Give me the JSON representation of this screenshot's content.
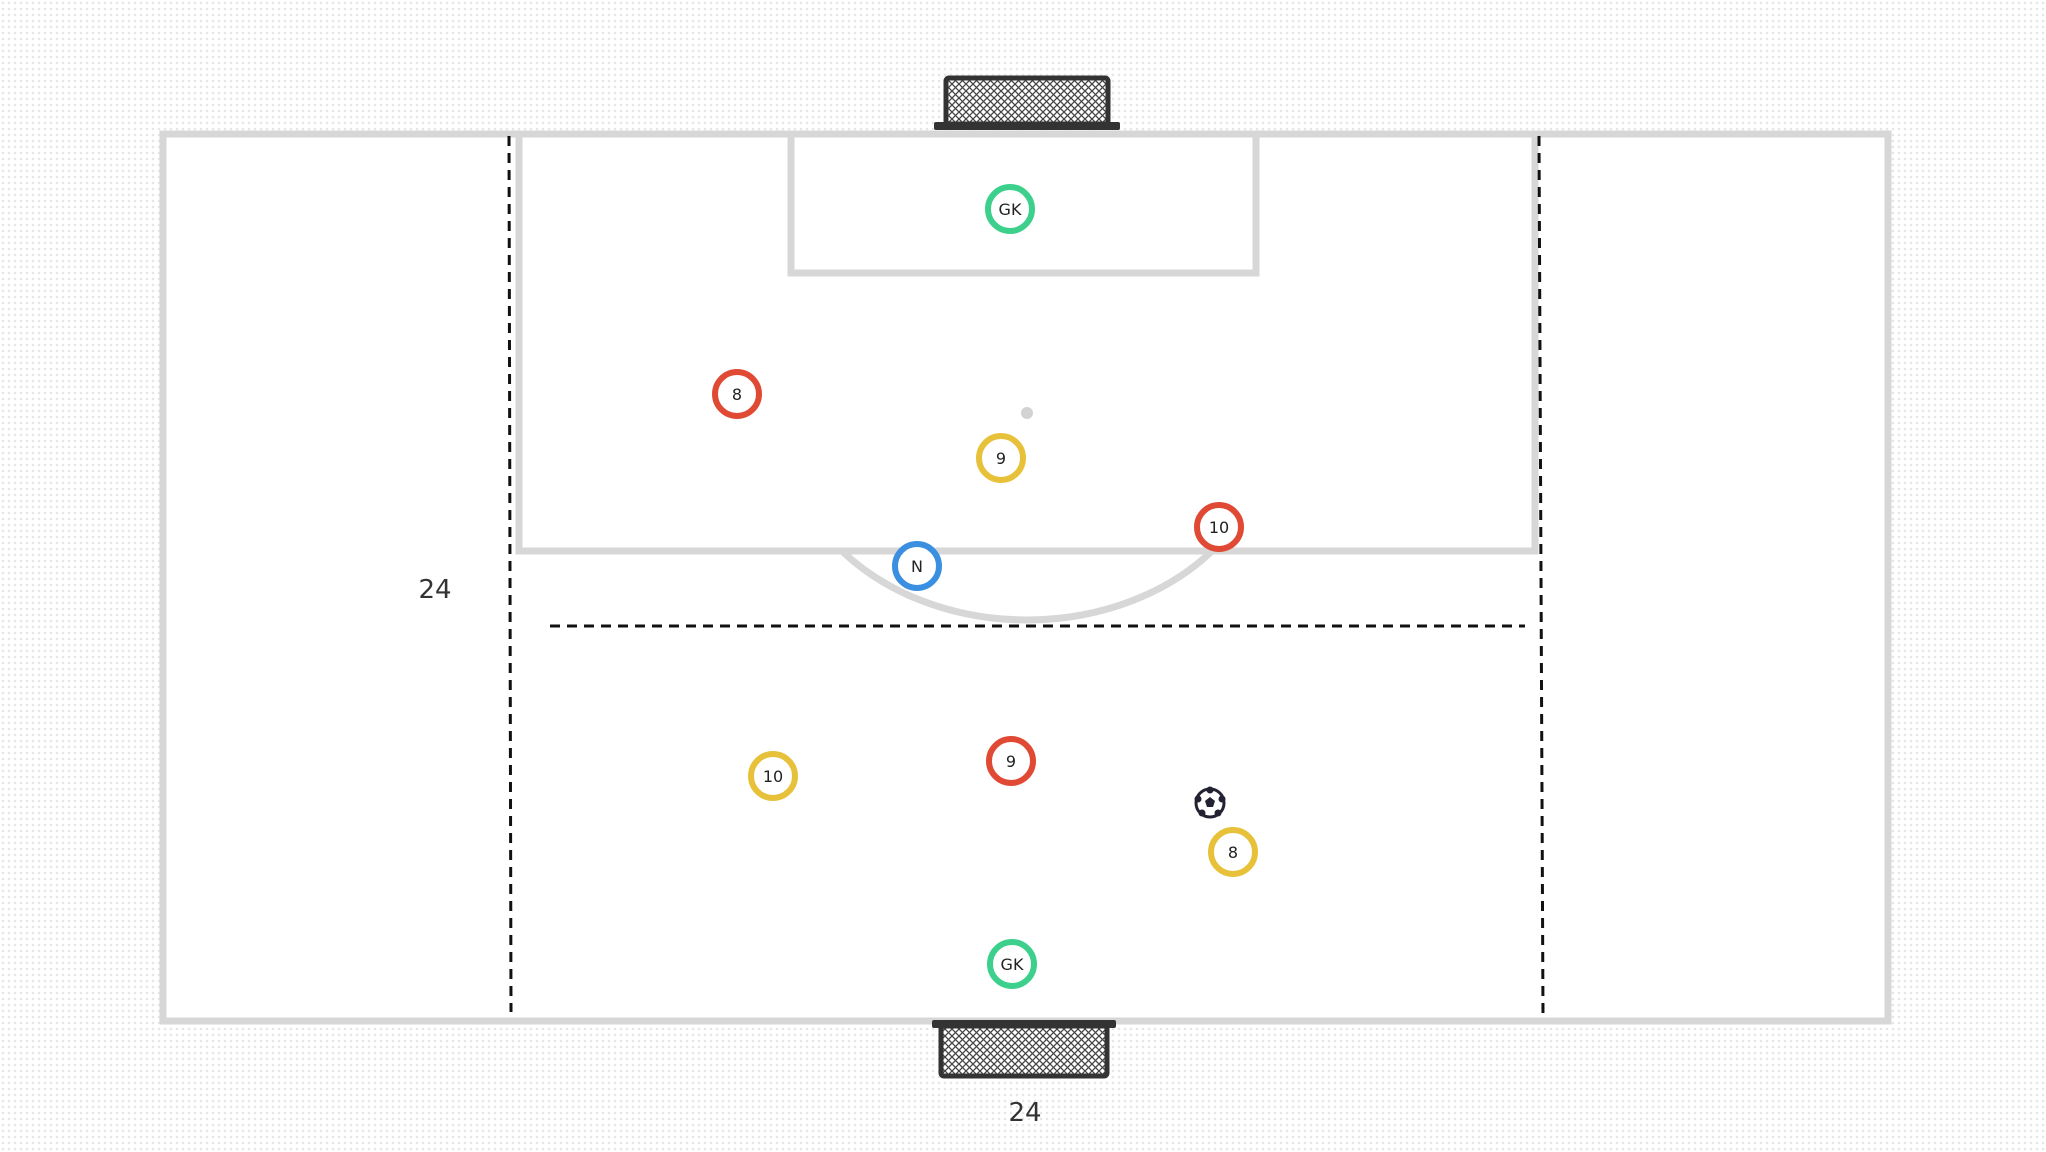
{
  "dimensions": {
    "side_label": "24",
    "bottom_label": "24"
  },
  "colors": {
    "pitch_line": "#d7d7d7",
    "pitch_fill": "#ffffff",
    "goal_frame": "#333333",
    "zone_line": "#111111",
    "red": "#e04a35",
    "yellow": "#e8c13a",
    "green": "#3cd08c",
    "blue": "#3a8fe0"
  },
  "players": [
    {
      "id": "gk-top",
      "label": "GK",
      "team": "green"
    },
    {
      "id": "red-8",
      "label": "8",
      "team": "red"
    },
    {
      "id": "yellow-9",
      "label": "9",
      "team": "yellow"
    },
    {
      "id": "red-10",
      "label": "10",
      "team": "red"
    },
    {
      "id": "neutral-n",
      "label": "N",
      "team": "blue"
    },
    {
      "id": "yellow-10",
      "label": "10",
      "team": "yellow"
    },
    {
      "id": "red-9",
      "label": "9",
      "team": "red"
    },
    {
      "id": "yellow-8",
      "label": "8",
      "team": "yellow"
    },
    {
      "id": "gk-bottom",
      "label": "GK",
      "team": "green"
    }
  ],
  "icons": {
    "ball": "soccer-ball-icon",
    "goal_top": "goal-net-icon",
    "goal_bottom": "goal-net-icon"
  }
}
